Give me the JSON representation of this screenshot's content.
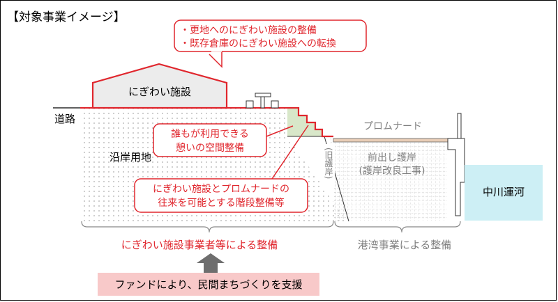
{
  "header": {
    "title": "【対象事業イメージ】"
  },
  "top_callout": {
    "lines": [
      "・更地へのにぎわい施設の整備",
      "・既存倉庫のにぎわい施設への転換"
    ]
  },
  "building_label": "にぎわい施設",
  "road_label": "道路",
  "land_label": "沿岸用地",
  "rest_callout": {
    "lines": [
      "誰もが利用できる",
      "憩いの空間整備"
    ]
  },
  "stairs_callout": {
    "lines": [
      "にぎわい施設とプロムナードの",
      "往来を可能とする階段整備等"
    ]
  },
  "promenade_label": "プロムナード",
  "old_revetment_label": "(旧護岸)",
  "new_revetment": {
    "lines": [
      "前出し護岸",
      "(護岸改良工事)"
    ]
  },
  "canal_label": "中川運河",
  "bracket_left_label": "にぎわい施設事業者等による整備",
  "bracket_right_label": "港湾事業による整備",
  "fund_label": "ファンドにより、民間まちづくりを支援",
  "colors": {
    "accent_red": "#e0262d",
    "green_area": "#d8e7c9",
    "canal_blue": "#cdeff5",
    "fund_pink": "#f8c9c9",
    "promenade_tan": "#e8cdb6",
    "arrow_gray": "#6e6e6e",
    "gray_text": "#7f7f7f"
  }
}
